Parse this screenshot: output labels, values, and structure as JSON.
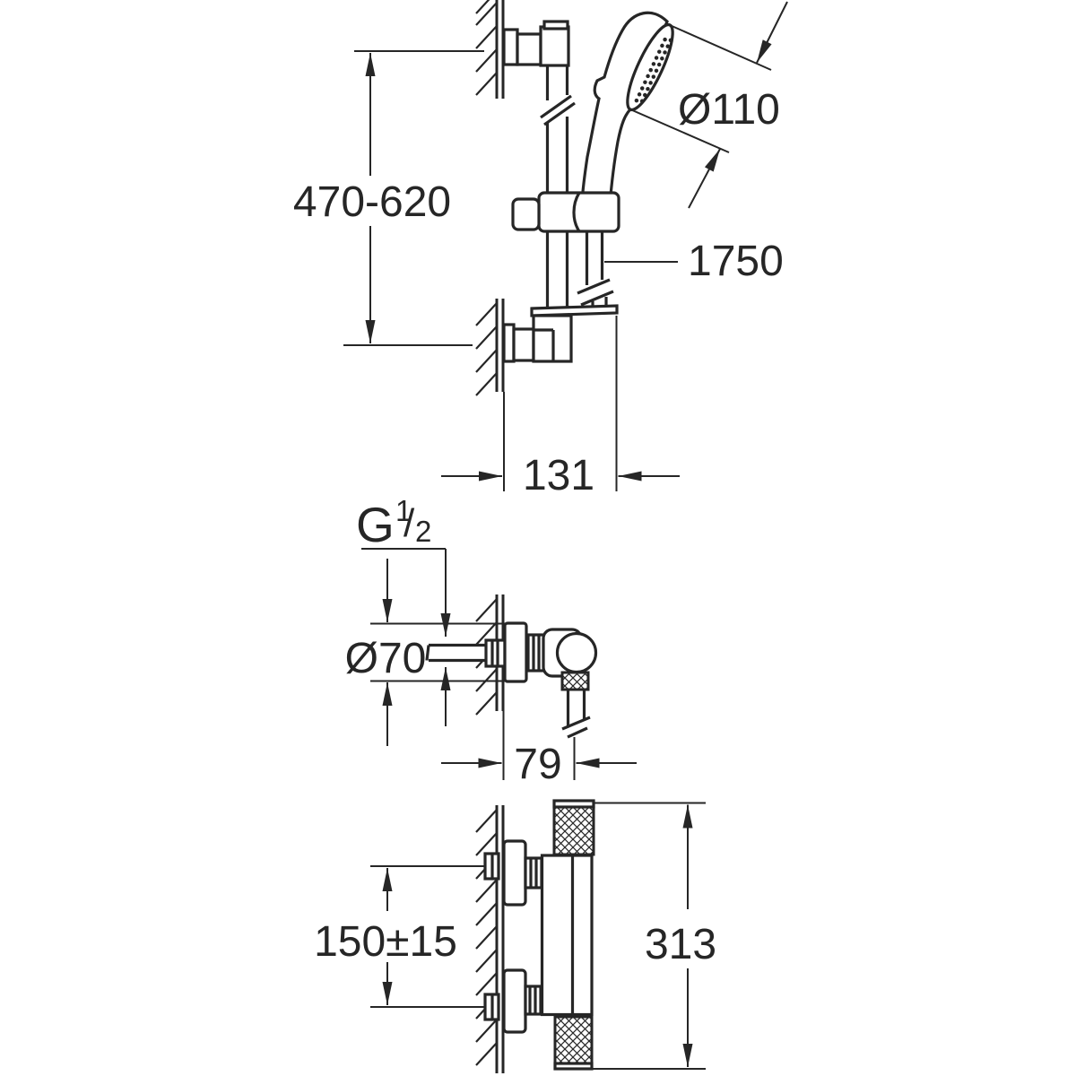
{
  "drawing": {
    "rail_set": {
      "height_range": "470-620",
      "head_diameter": "Ø110",
      "hose_length": "1750",
      "rail_depth": "131"
    },
    "union_valve": {
      "thread": {
        "base": "G",
        "numerator": "1",
        "slash": "/",
        "denominator": "2"
      },
      "escutcheon_diameter": "Ø70",
      "wall_to_hose": "79"
    },
    "thermostat": {
      "inlet_spacing": "150±15",
      "overall_height": "313"
    },
    "colors": {
      "line": "#262626",
      "background": "#ffffff"
    }
  }
}
